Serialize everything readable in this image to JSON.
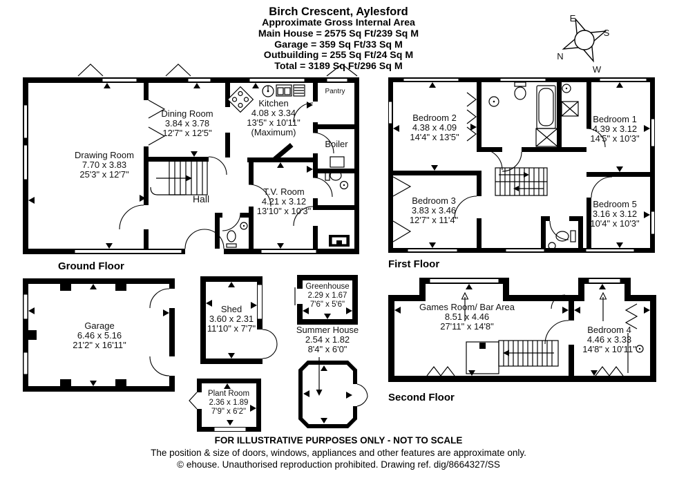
{
  "header": {
    "title": "Birch Crescent, Aylesford",
    "subtitle": "Approximate Gross Internal Area",
    "main_house": "Main House = 2575 Sq Ft/239 Sq M",
    "garage": "Garage = 359 Sq Ft/33 Sq M",
    "outbuilding": "Outbuilding = 255 Sq Ft/24 Sq M",
    "total": "Total = 3189 Sq Ft/296 Sq M"
  },
  "compass": {
    "north": "N",
    "east": "E",
    "south": "S",
    "west": "W"
  },
  "floors": {
    "ground": {
      "label": "Ground Floor",
      "rooms": {
        "drawing_room": {
          "name": "Drawing Room",
          "metric": "7.70 x 3.83",
          "imperial": "25'3\" x 12'7\""
        },
        "dining_room": {
          "name": "Dining Room",
          "metric": "3.84 x 3.78",
          "imperial": "12'7\" x 12'5\""
        },
        "kitchen": {
          "name": "Kitchen",
          "metric": "4.08 x 3.34",
          "imperial": "13'5\" x 10'11\"",
          "note": "(Maximum)"
        },
        "pantry": {
          "name": "Pantry"
        },
        "boiler": {
          "name": "Boiler"
        },
        "hall": {
          "name": "Hall"
        },
        "tv_room": {
          "name": "T.V. Room",
          "metric": "4.21 x 3.12",
          "imperial": "13'10\" x 10'3\""
        }
      }
    },
    "first": {
      "label": "First Floor",
      "rooms": {
        "bedroom_2": {
          "name": "Bedroom 2",
          "metric": "4.38 x 4.09",
          "imperial": "14'4\" x 13'5\""
        },
        "bedroom_1": {
          "name": "Bedroom 1",
          "metric": "4.39 x 3.12",
          "imperial": "14'5\" x 10'3\""
        },
        "bedroom_3": {
          "name": "Bedroom 3",
          "metric": "3.83 x 3.46",
          "imperial": "12'7\" x 11'4\""
        },
        "bedroom_5": {
          "name": "Bedroom 5",
          "metric": "3.16 x 3.12",
          "imperial": "10'4\" x 10'3\""
        }
      }
    },
    "second": {
      "label": "Second Floor",
      "rooms": {
        "games_room": {
          "name": "Games Room/ Bar Area",
          "metric": "8.51 x 4.46",
          "imperial": "27'11\" x 14'8\""
        },
        "bedroom_4": {
          "name": "Bedroom 4",
          "metric": "4.46 x 3.33",
          "imperial": "14'8\" x 10'11\""
        }
      }
    }
  },
  "outbuildings": {
    "garage": {
      "name": "Garage",
      "metric": "6.46 x 5.16",
      "imperial": "21'2\" x 16'11\""
    },
    "shed": {
      "name": "Shed",
      "metric": "3.60 x 2.31",
      "imperial": "11'10\" x 7'7\""
    },
    "greenhouse": {
      "name": "Greenhouse",
      "metric": "2.29 x 1.67",
      "imperial": "7'6\" x 5'6\""
    },
    "summer_house": {
      "name": "Summer House",
      "metric": "2.54 x 1.82",
      "imperial": "8'4\" x 6'0\""
    },
    "plant_room": {
      "name": "Plant Room",
      "metric": "2.36 x 1.89",
      "imperial": "7'9\" x 6'2\""
    }
  },
  "footer": {
    "line1": "FOR ILLUSTRATIVE PURPOSES ONLY - NOT TO SCALE",
    "line2": "The position & size of doors, windows, appliances and other features are approximate only.",
    "line3": "© ehouse. Unauthorised reproduction prohibited. Drawing ref. dig/8664327/SS"
  },
  "colors": {
    "wall": "#000000",
    "paper": "#ffffff"
  }
}
